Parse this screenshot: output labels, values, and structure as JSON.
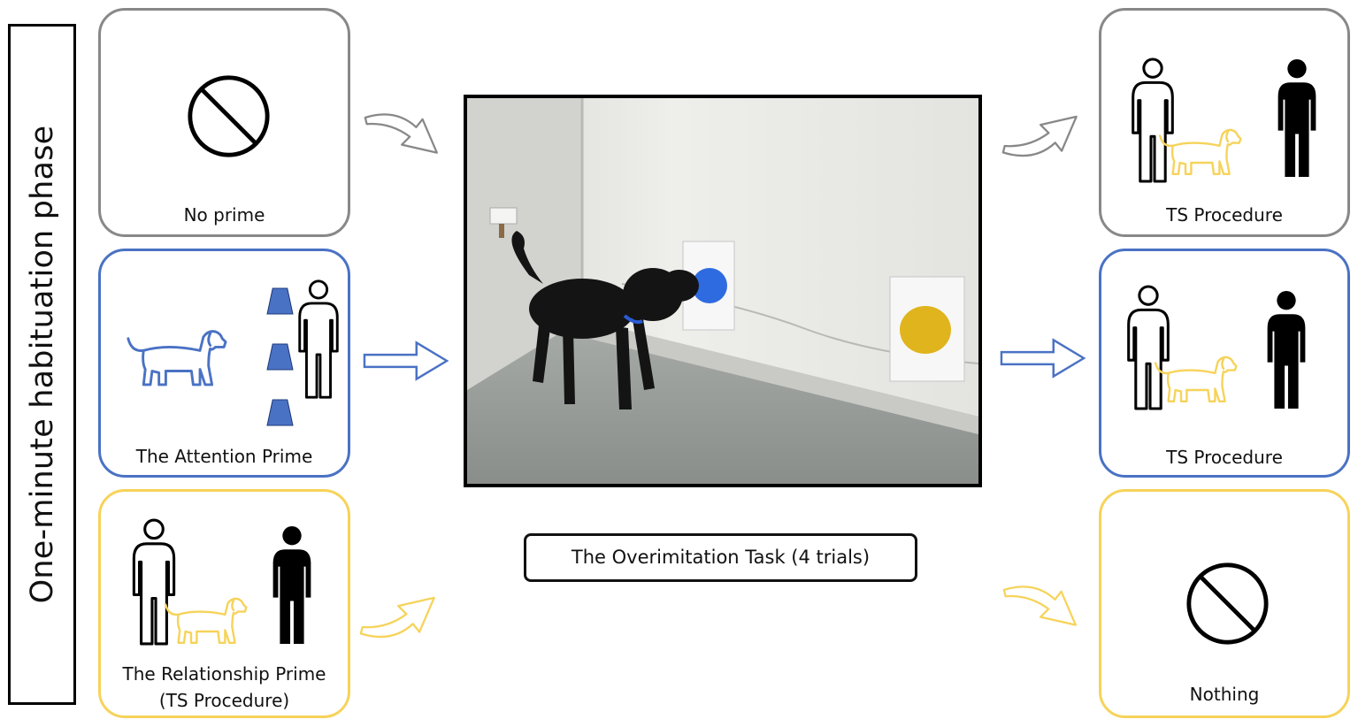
{
  "side_label": "One-minute habituation phase",
  "task_label": "The Overimitation Task (4 trials)",
  "left_panels": [
    {
      "caption": "No prime"
    },
    {
      "caption": "The Attention Prime"
    },
    {
      "caption_lines": [
        "The Relationship Prime",
        "(TS Procedure)"
      ]
    }
  ],
  "right_panels": [
    {
      "caption": "TS Procedure"
    },
    {
      "caption": "TS Procedure"
    },
    {
      "caption": "Nothing"
    }
  ],
  "icons": {
    "no_symbol": "prohibition-icon",
    "dog": "dog-icon",
    "person_outline": "person-outline-icon",
    "person_solid": "person-solid-icon",
    "cup": "cup-icon",
    "arrow": "arrow-icon"
  },
  "colors": {
    "gray": "#888888",
    "blue": "#4a72c4",
    "yellow": "#f6d35a",
    "photo_blue_dot": "#2f6be0",
    "photo_yellow_dot": "#e0b41c"
  }
}
